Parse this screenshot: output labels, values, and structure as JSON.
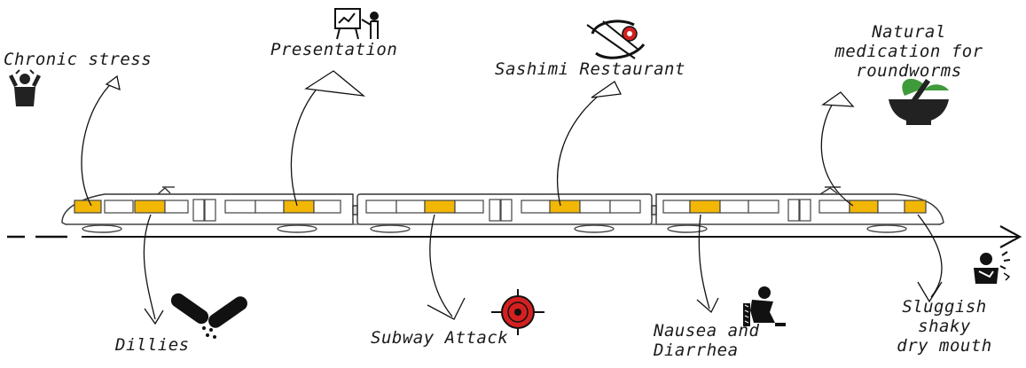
{
  "events_above": [
    {
      "label": "Chronic stress",
      "icon": "stressed-person-icon"
    },
    {
      "label": "Presentation",
      "icon": "presenter-icon"
    },
    {
      "label": "Sashimi Restaurant",
      "icon": "no-sushi-icon"
    },
    {
      "label_lines": [
        "Natural",
        "medication for",
        "roundworms"
      ],
      "icon": "mortar-pestle-icon"
    }
  ],
  "events_below": [
    {
      "label": "Dillies",
      "icon": "pills-icon"
    },
    {
      "label": "Subway Attack",
      "icon": "crosshair-target-icon"
    },
    {
      "label_lines": [
        "Nausea and",
        "Diarrhea"
      ],
      "icon": "sick-person-icon"
    },
    {
      "label_lines": [
        "Sluggish",
        "shaky",
        "dry mouth"
      ],
      "icon": "trembling-person-icon"
    }
  ],
  "colors": {
    "window_accent": "#f2b705",
    "line": "#111111",
    "target_red": "#d42020",
    "leaf_green": "#3f9a3a"
  }
}
